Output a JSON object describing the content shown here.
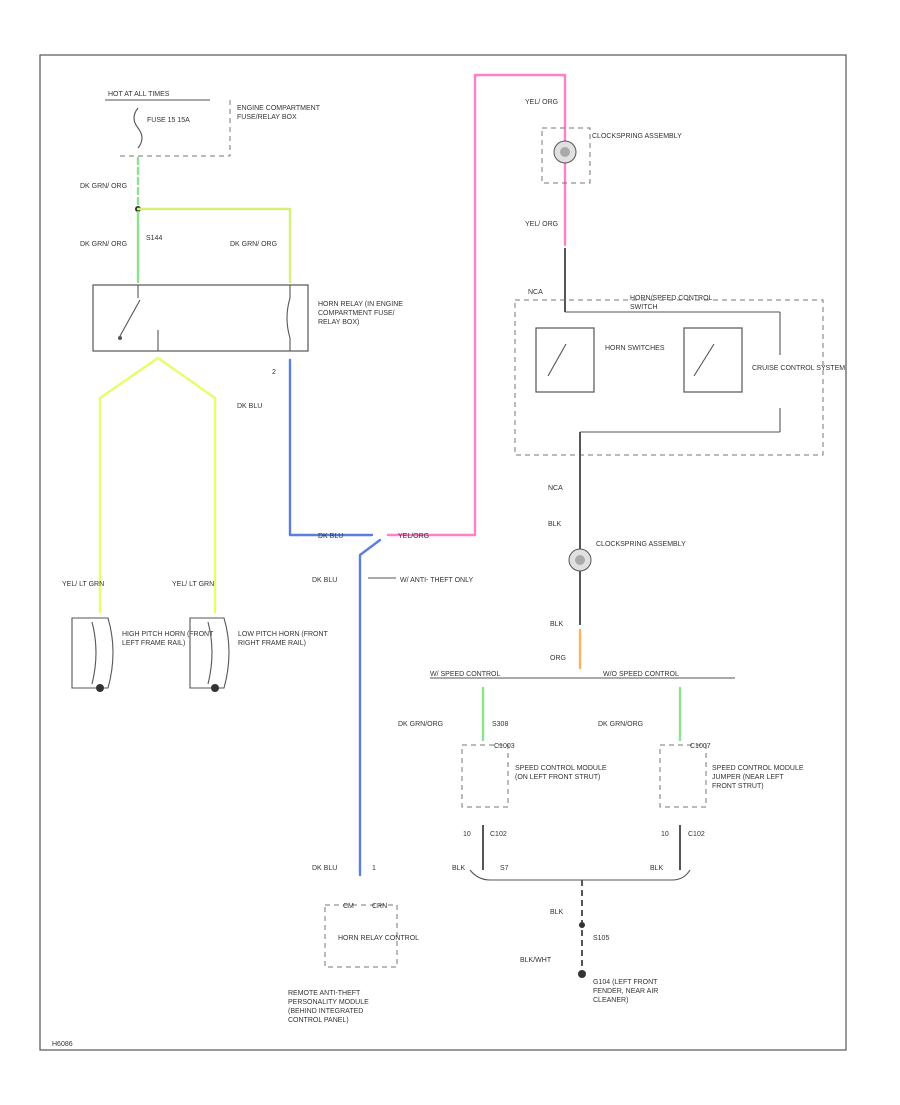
{
  "colors": {
    "green": "#8fe08f",
    "yellow_green": "#d6f07a",
    "lime": "#e4ff6a",
    "blue": "#5b7fe0",
    "pink": "#ff80c8",
    "orange": "#ffb060",
    "black": "#4a4a4a"
  },
  "top": {
    "hot_label": "HOT AT ALL TIMES",
    "fuse_label": "FUSE 15 15A",
    "fuse_box": "ENGINE COMPARTMENT FUSE/RELAY BOX",
    "wire1": "DK GRN/ ORG",
    "splice": "S144",
    "wire2": "DK GRN/ ORG",
    "wire3": "DK GRN/ ORG"
  },
  "horn_relay": {
    "label": "HORN RELAY (IN ENGINE COMPARTMENT FUSE/ RELAY BOX)",
    "pin": "2",
    "out_wire": "DK BLU"
  },
  "horns": {
    "left_wire": "YEL/ LT GRN",
    "left_label": "HIGH PITCH HORN (FRONT LEFT FRAME RAIL)",
    "right_wire": "YEL/ LT GRN",
    "right_label": "LOW PITCH HORN (FRONT RIGHT FRAME RAIL)"
  },
  "mid": {
    "blue_label": "DK BLU",
    "pink_label": "YEL/ORG",
    "dk_blu_2": "DK BLU",
    "anti_theft": "W/ ANTI- THEFT ONLY",
    "dk_blu_3": "DK BLU",
    "pin_1": "1",
    "pin_c_left": "CM",
    "pin_c_right": "CRN"
  },
  "theft_module": {
    "inner": "HORN RELAY CONTROL",
    "label": "REMOTE ANTI-THEFT PERSONALITY MODULE (BEHIND INTEGRATED CONTROL PANEL)"
  },
  "clockspring_top": {
    "wire": "YEL/ ORG",
    "label": "CLOCKSPRING ASSEMBLY",
    "wire_below": "YEL/ ORG",
    "conn": "NCA"
  },
  "switch_box": {
    "title": "HORN/SPEED CONTROL SWITCH",
    "horn": "HORN SWITCHES",
    "cruise": "CRUISE CONTROL SYSTEM"
  },
  "clockspring_bottom": {
    "wire_top": "NCA",
    "wire2": "BLK",
    "label": "CLOCKSPRING ASSEMBLY",
    "wire3": "BLK",
    "wire4": "ORG"
  },
  "speed_control": {
    "left_heading": "W/ SPEED CONTROL",
    "right_heading": "W/O SPEED CONTROL",
    "left_wire": "DK GRN/ORG",
    "left_splice": "S308",
    "right_wire": "DK GRN/ORG",
    "left_conn": "C1003",
    "right_conn": "C1007",
    "left_module": "SPEED CONTROL MODULE (ON LEFT FRONT STRUT)",
    "right_module": "SPEED CONTROL MODULE JUMPER (NEAR LEFT FRONT STRUT)",
    "left_pin": "10",
    "left_c": "C102",
    "right_pin": "10",
    "right_c": "C102",
    "left_blk": "BLK",
    "splice_bottom": "S7",
    "right_blk": "BLK"
  },
  "ground": {
    "wire": "BLK",
    "splice": "S105",
    "wire2": "BLK/WHT",
    "label": "G104 (LEFT FRONT FENDER, NEAR AIR CLEANER)"
  },
  "footer": "H6086"
}
